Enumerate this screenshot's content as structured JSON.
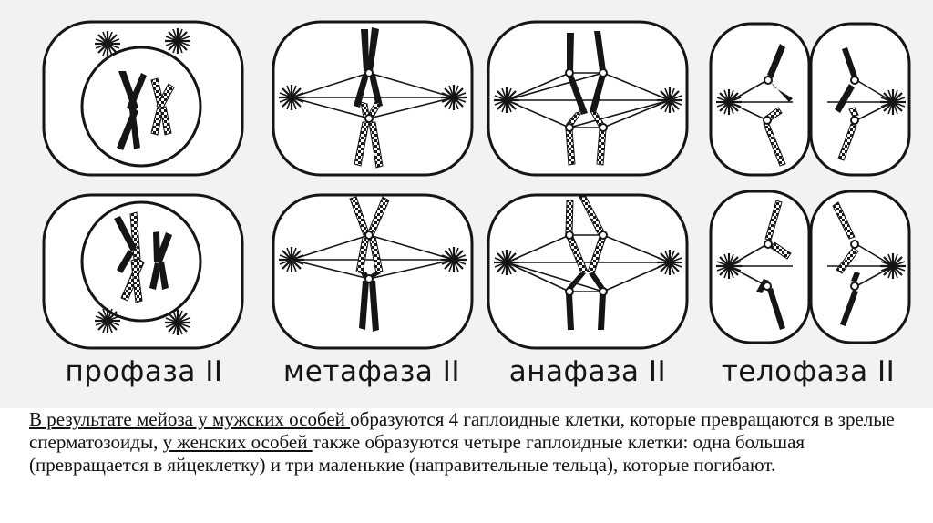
{
  "phases": [
    {
      "id": "prophase",
      "label": "профаза II"
    },
    {
      "id": "metaphase",
      "label": "метафаза II"
    },
    {
      "id": "anaphase",
      "label": "анафаза II"
    },
    {
      "id": "telophase",
      "label": "телофаза II"
    }
  ],
  "caption": {
    "part1_underlined": "В результате мейоза у мужских особей ",
    "part2": "образуются 4 гаплоидные клетки, которые превращаются в зрелые сперматозоиды, ",
    "part3_underlined": "у женских особей ",
    "part4": "также образуются четыре гаплоидные клетки: одна большая (превращается в яйцеклетку) и три маленькие (направительные тельца), которые погибают."
  },
  "colors": {
    "ink": "#151515",
    "figure_background": "#f2f2f2",
    "cell_fill": "#ffffff"
  }
}
